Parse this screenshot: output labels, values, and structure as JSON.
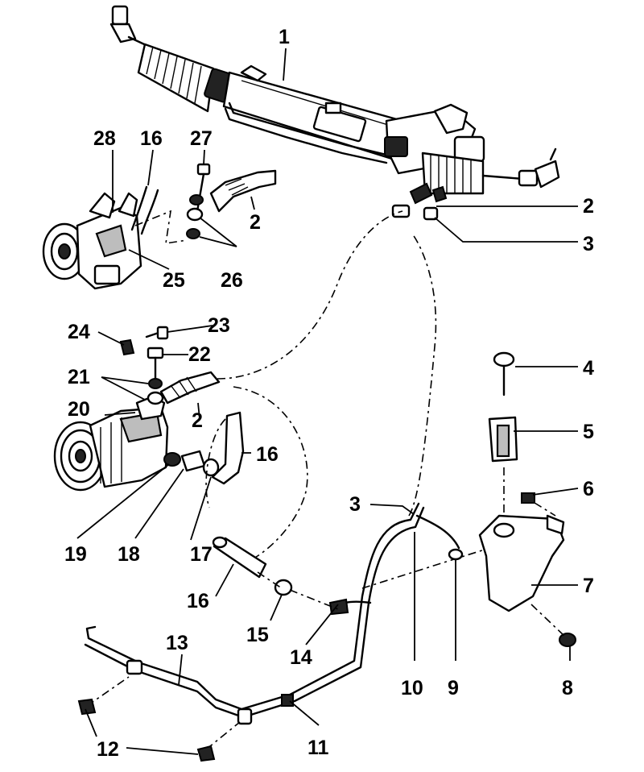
{
  "callouts": {
    "c1": "1",
    "c2a": "2",
    "c2b": "2",
    "c2c": "2",
    "c3a": "3",
    "c3b": "3",
    "c4": "4",
    "c5": "5",
    "c6": "6",
    "c7": "7",
    "c8": "8",
    "c9": "9",
    "c10": "10",
    "c11": "11",
    "c12": "12",
    "c13": "13",
    "c14": "14",
    "c15": "15",
    "c16a": "16",
    "c16b": "16",
    "c16c": "16",
    "c17": "17",
    "c18": "18",
    "c19": "19",
    "c20": "20",
    "c21": "21",
    "c22": "22",
    "c23": "23",
    "c24": "24",
    "c25": "25",
    "c26": "26",
    "c27": "27",
    "c28": "28"
  }
}
